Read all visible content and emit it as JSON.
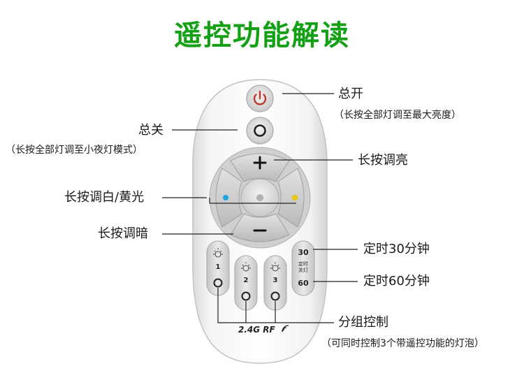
{
  "title": "遥控功能解读",
  "callouts": {
    "power_on": "总开",
    "power_on_note": "（长按全部灯调至最大亮度）",
    "power_off": "总关",
    "power_off_note": "（长按全部灯调至小夜灯模式）",
    "brighter": "长按调亮",
    "color_temp": "长按调白/黄光",
    "dimmer": "长按调暗",
    "timer_30": "定时30分钟",
    "timer_60": "定时60分钟",
    "group": "分组控制",
    "group_note": "（可同时控制3个带遥控功能的灯泡）"
  },
  "remote": {
    "btn_30": "30",
    "btn_60": "60",
    "timer_caption_1": "定时",
    "timer_caption_2": "关灯",
    "zone_1": "1",
    "zone_2": "2",
    "zone_3": "3",
    "rf_label": "2.4G RF"
  },
  "colors": {
    "title_green": "#14a014",
    "power_red": "#c0392b",
    "cool_dot": "#1aa7e0",
    "warm_dot": "#f2c400"
  }
}
